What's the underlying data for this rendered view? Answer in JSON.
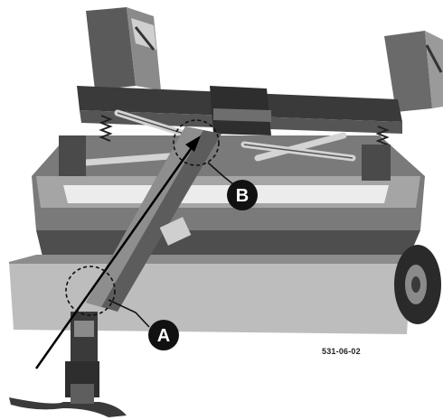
{
  "figure": {
    "reference_code": "531-06-02",
    "callouts": [
      {
        "id": "A",
        "label": "A"
      },
      {
        "id": "B",
        "label": "B"
      }
    ]
  },
  "colors": {
    "frame_dark": "#3a3a3a",
    "frame_mid": "#6e6e6e",
    "deck_light": "#bdbdbd",
    "deck_white": "#ececec",
    "callout_fill": "#111111",
    "arrow": "#000000"
  }
}
